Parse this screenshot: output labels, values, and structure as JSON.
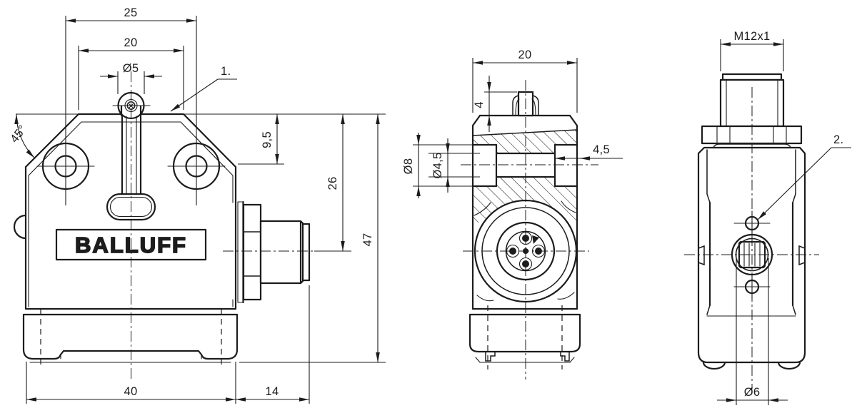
{
  "drawing_type": "dimensional technical drawing, 3 orthographic views of a limit switch",
  "colors": {
    "line": "#1c1c1c",
    "background": "#ffffff"
  },
  "brand": {
    "logo": "BALLUFF"
  },
  "callouts": {
    "c1": "1.",
    "c2": "2."
  },
  "views": {
    "front": {
      "dims": {
        "spacing25": "25",
        "width20": "20",
        "roller5": "Ø5",
        "angle45": "45°",
        "offset95": "9,5",
        "axis26": "26",
        "height47": "47",
        "width40": "40",
        "conn14": "14"
      }
    },
    "side": {
      "dims": {
        "depth20": "20",
        "plunger4": "4",
        "cbore8": "Ø8",
        "hole45": "Ø4,5",
        "cdepth45": "4,5"
      }
    },
    "rear": {
      "dims": {
        "thread": "M12x1",
        "bore6": "Ø6"
      }
    }
  }
}
